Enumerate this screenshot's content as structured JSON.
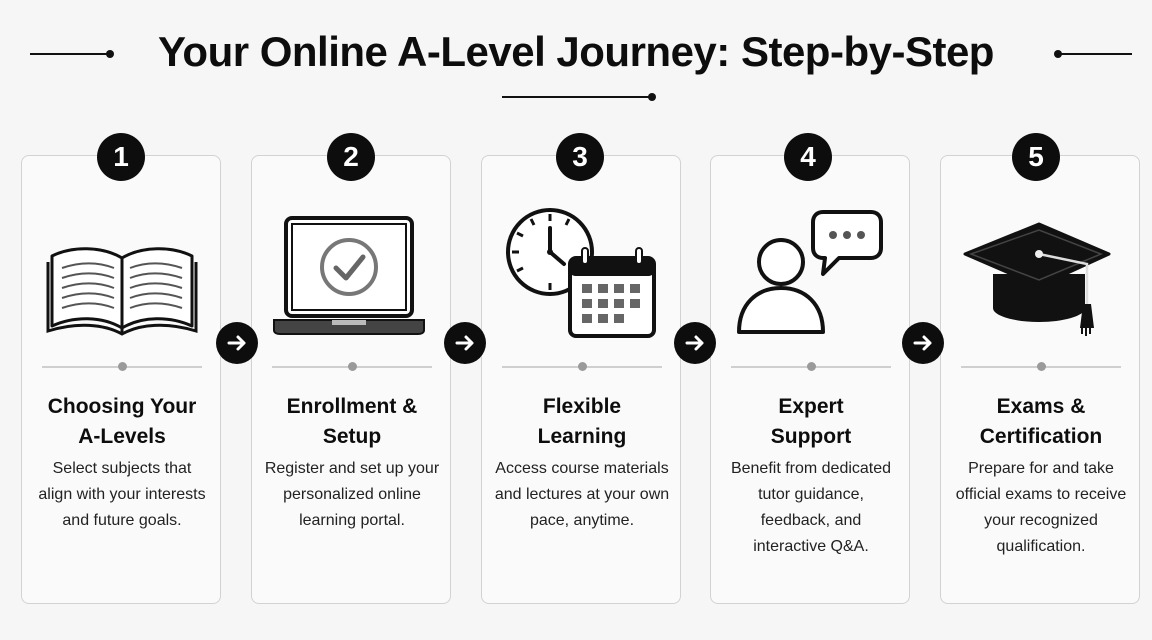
{
  "title": "Your Online A-Level Journey: Step-by-Step",
  "steps": [
    {
      "number": "1",
      "icon": "open-book-icon",
      "title_line1": "Choosing Your",
      "title_line2": "A-Levels",
      "description": "Select subjects that align with your interests and future goals."
    },
    {
      "number": "2",
      "icon": "laptop-checkmark-icon",
      "title_line1": "Enrollment &",
      "title_line2": "Setup",
      "description": "Register and set up your personalized online learning portal."
    },
    {
      "number": "3",
      "icon": "clock-calendar-icon",
      "title_line1": "Flexible",
      "title_line2": "Learning",
      "description": "Access course materials and lectures at your own pace, anytime."
    },
    {
      "number": "4",
      "icon": "person-speech-bubble-icon",
      "title_line1": "Expert",
      "title_line2": "Support",
      "description": "Benefit from dedicated tutor guidance, feedback, and interactive Q&A."
    },
    {
      "number": "5",
      "icon": "graduation-cap-icon",
      "title_line1": "Exams &",
      "title_line2": "Certification",
      "description": "Prepare for and take official exams to receive your recognized qualification."
    }
  ],
  "arrow_icon": "arrow-right-icon",
  "colors": {
    "background": "#f6f6f6",
    "card": "#fafafa",
    "card_border": "#d2d2d2",
    "ink": "#0d0d0d",
    "divider": "#cfcfcf"
  }
}
